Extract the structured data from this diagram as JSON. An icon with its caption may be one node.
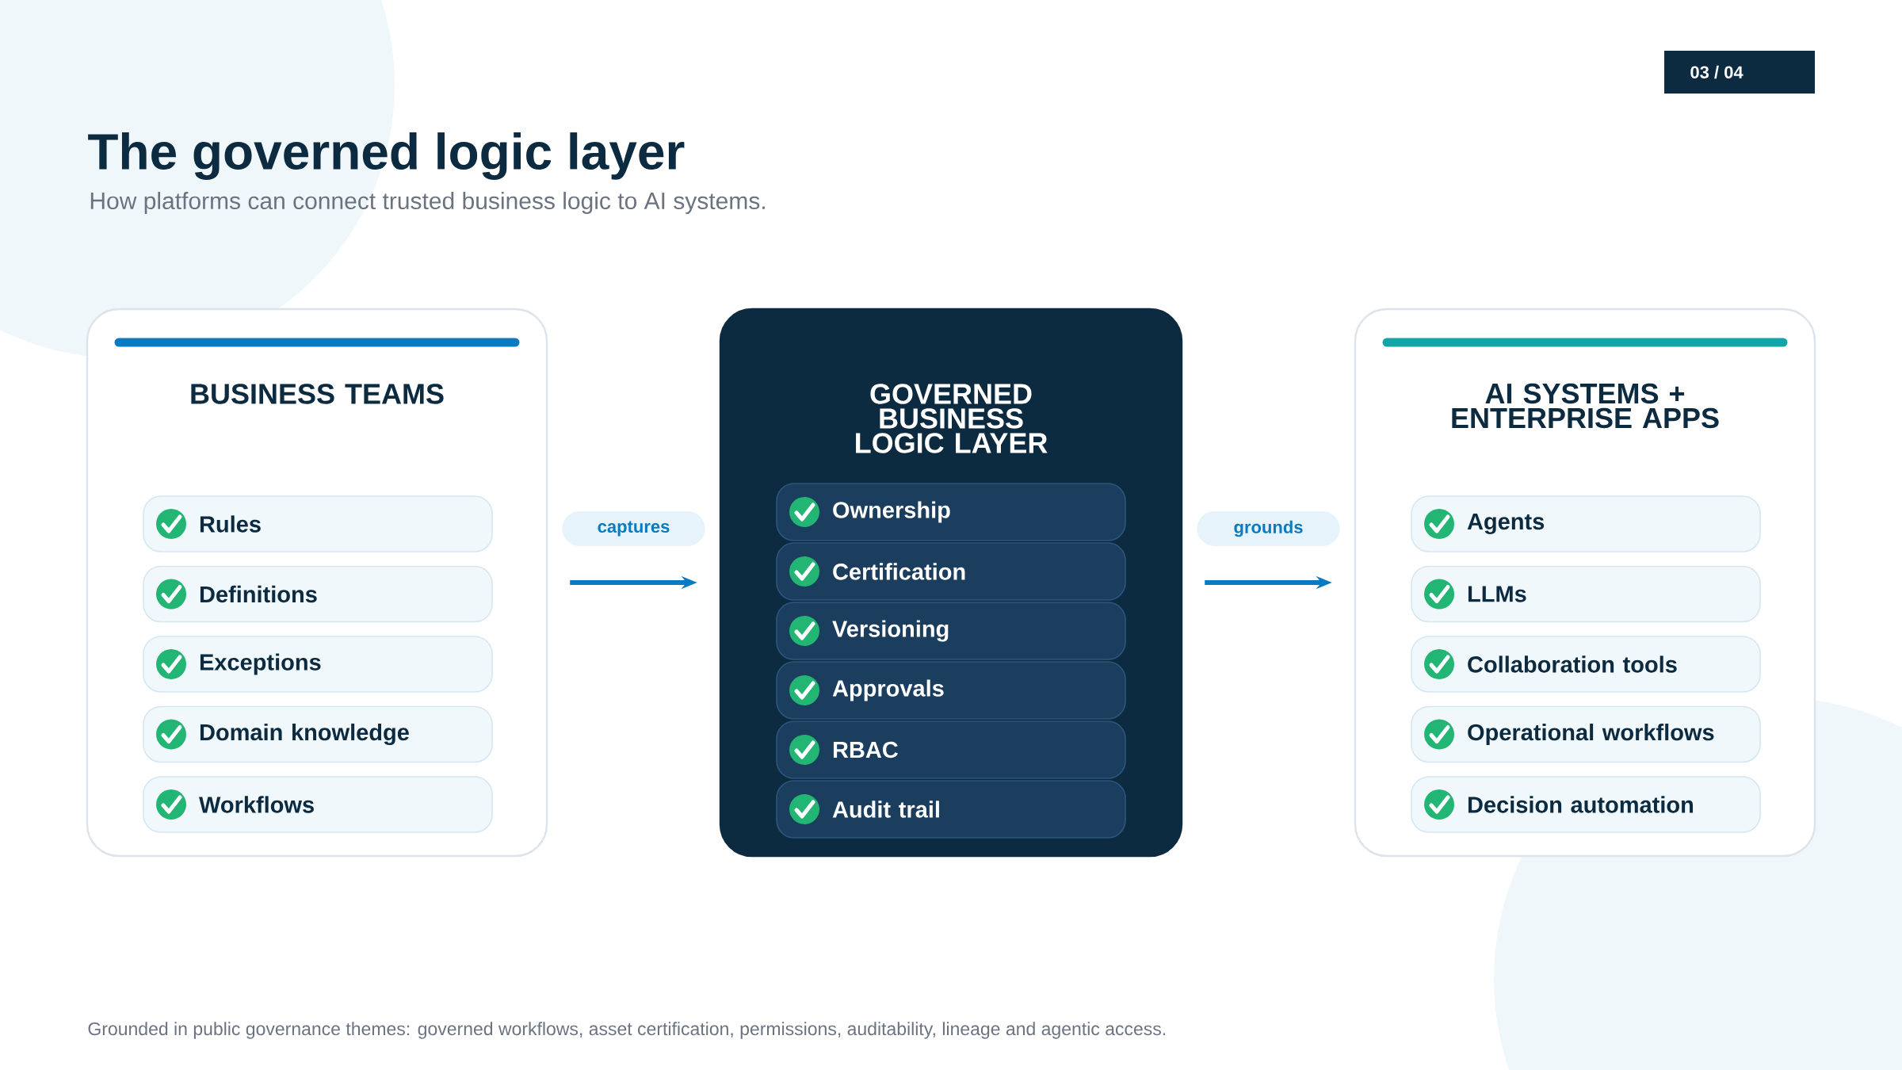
{
  "diagram": {
    "title": "The governed logic layer",
    "caption": "Grounded in public governance themes: governed workflows, asset certification, permissions, auditability, lineage and agentic access.",
    "nodes": [
      {
        "text": [
          "BUSINESS TEAMS"
        ]
      },
      {
        "text": [
          "Rules"
        ],
        "in": 0
      },
      {
        "text": [
          "Definitions"
        ],
        "in": 0
      },
      {
        "text": [
          "Exceptions"
        ],
        "in": 0
      },
      {
        "text": [
          "Domain knowledge"
        ],
        "in": 0
      },
      {
        "text": [
          "Workflows"
        ],
        "in": 0
      },
      {
        "text": [
          "GOVERNED BUSINESS LOGIC LAYER"
        ]
      },
      {
        "text": [
          "Ownership"
        ],
        "in": 6
      },
      {
        "text": [
          "Certification"
        ],
        "in": 6
      },
      {
        "text": [
          "Versioning"
        ],
        "in": 6
      },
      {
        "text": [
          "Approvals"
        ],
        "in": 6
      },
      {
        "text": [
          "RBAC"
        ],
        "in": 6
      },
      {
        "text": [
          "Audit trail"
        ],
        "in": 6
      },
      {
        "text": [
          "AI SYSTEMS + ENTERPRISE APPS"
        ]
      },
      {
        "text": [
          "Agents"
        ],
        "in": 13
      },
      {
        "text": [
          "LLMs"
        ],
        "in": 13
      },
      {
        "text": [
          "Collaboration tools"
        ],
        "in": 13
      },
      {
        "text": [
          "Operational workflows"
        ],
        "in": 13
      },
      {
        "text": [
          "Decision automation"
        ],
        "in": 13
      }
    ],
    "edges": [
      {
        "from": 0,
        "to": 6,
        "arrow": "to",
        "label": "captures"
      },
      {
        "from": 6,
        "to": 13,
        "arrow": "to",
        "label": "grounds"
      }
    ],
    "labels": [
      "03 / 04",
      "How platforms can connect trusted business logic to AI systems."
    ]
  }
}
